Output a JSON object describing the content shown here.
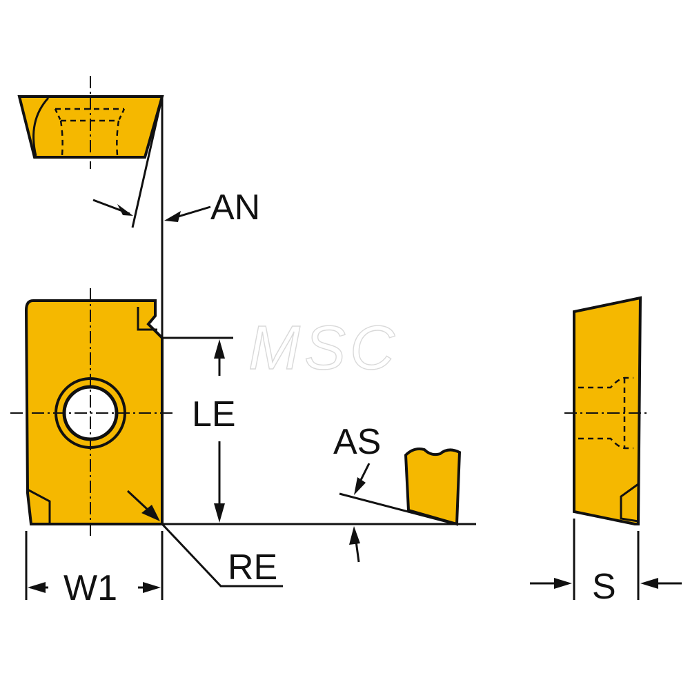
{
  "labels": {
    "an": "AN",
    "le": "LE",
    "as": "AS",
    "re": "RE",
    "w1": "W1",
    "s": "S"
  },
  "watermark": "MSC",
  "colors": {
    "insert_fill": "#f5b800",
    "outline": "#111111",
    "background": "#ffffff",
    "watermark": "#d9d9d9"
  }
}
